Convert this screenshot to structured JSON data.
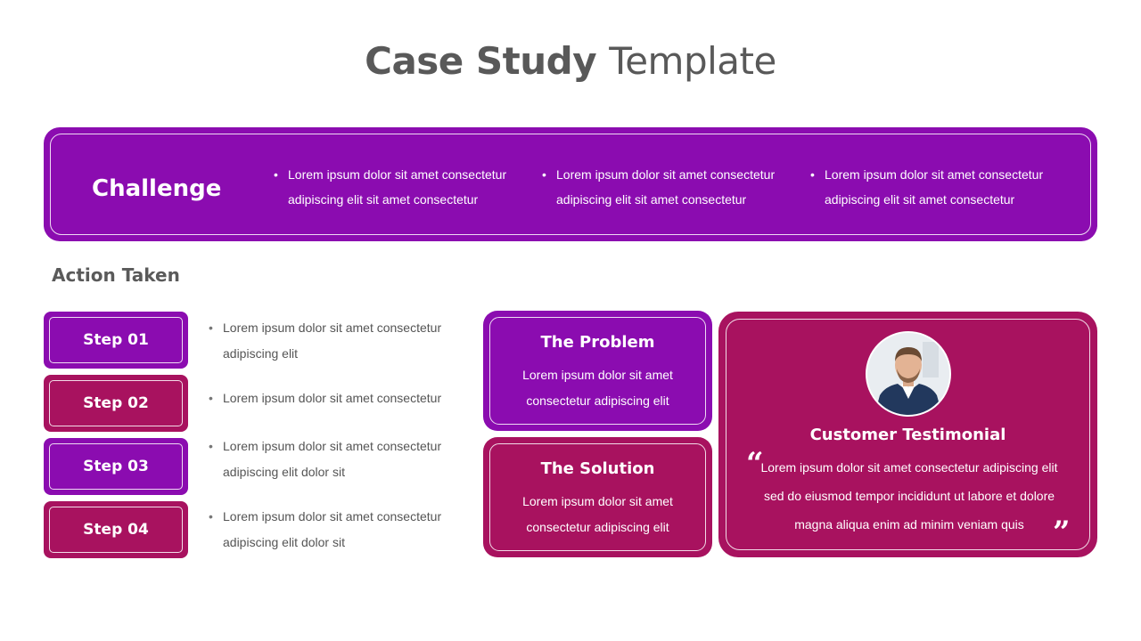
{
  "title": {
    "bold": "Case Study",
    "light": "Template"
  },
  "challenge": {
    "label": "Challenge",
    "bullets": [
      "Lorem ipsum dolor sit amet consectetur adipiscing elit  sit amet consectetur",
      "Lorem ipsum dolor sit amet consectetur adipiscing elit  sit amet consectetur",
      "Lorem ipsum dolor sit amet consectetur adipiscing elit  sit amet consectetur"
    ]
  },
  "action": {
    "heading": "Action Taken",
    "steps": [
      {
        "label": "Step 01",
        "text": "Lorem ipsum dolor sit amet consectetur adipiscing elit"
      },
      {
        "label": "Step 02",
        "text": "Lorem ipsum dolor sit amet consectetur"
      },
      {
        "label": "Step 03",
        "text": "Lorem ipsum dolor sit amet consectetur adipiscing elit dolor sit"
      },
      {
        "label": "Step 04",
        "text": "Lorem ipsum dolor sit amet consectetur adipiscing elit dolor sit"
      }
    ]
  },
  "problem": {
    "title": "The Problem",
    "text": "Lorem ipsum dolor sit amet consectetur adipiscing elit"
  },
  "solution": {
    "title": "The Solution",
    "text": "Lorem ipsum dolor sit amet consectetur adipiscing elit"
  },
  "testimonial": {
    "title": "Customer Testimonial",
    "text": "Lorem ipsum dolor sit amet consectetur adipiscing elit sed do eiusmod tempor incididunt ut labore et dolore magna aliqua enim ad minim veniam quis",
    "open_quote": "“",
    "close_quote": "”"
  },
  "colors": {
    "purple": "#8b0cb0",
    "magenta": "#a8125f",
    "title_gray": "#595959"
  },
  "icons": {
    "avatar": "person-photo",
    "quotes": "quote-marks-icon"
  }
}
